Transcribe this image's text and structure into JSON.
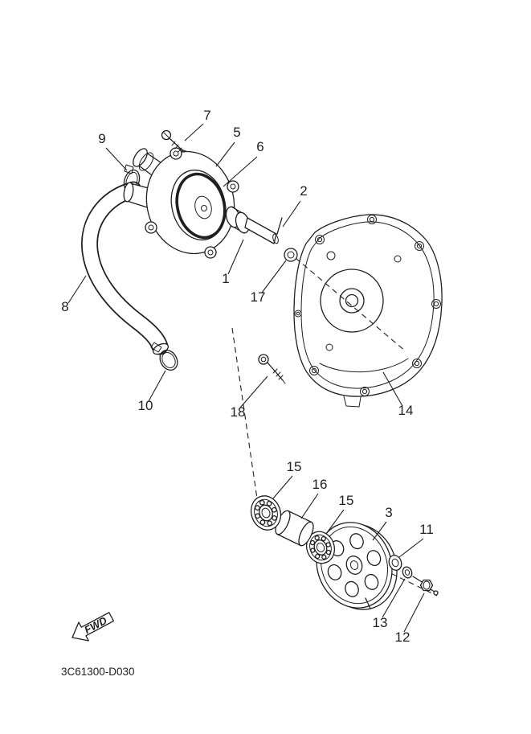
{
  "diagram": {
    "code": "3C61300-D030",
    "fwd": "FWD",
    "colors": {
      "line": "#1f1f1f",
      "background": "#ffffff"
    },
    "callouts": [
      {
        "label": "7"
      },
      {
        "label": "5"
      },
      {
        "label": "6"
      },
      {
        "label": "9"
      },
      {
        "label": "2"
      },
      {
        "label": "1"
      },
      {
        "label": "17"
      },
      {
        "label": "8"
      },
      {
        "label": "10"
      },
      {
        "label": "18"
      },
      {
        "label": "14"
      },
      {
        "label": "15"
      },
      {
        "label": "16"
      },
      {
        "label": "15"
      },
      {
        "label": "3"
      },
      {
        "label": "11"
      },
      {
        "label": "13"
      },
      {
        "label": "12"
      }
    ]
  }
}
